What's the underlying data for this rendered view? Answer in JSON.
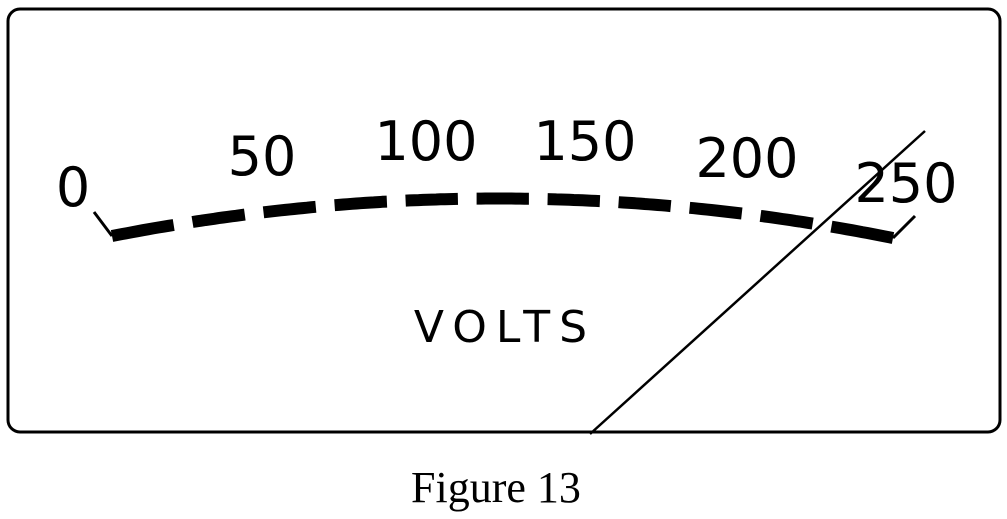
{
  "meter": {
    "unit": "VOLTS",
    "scale_labels": [
      "0",
      "50",
      "100",
      "150",
      "200",
      "250"
    ],
    "scale_min": 0,
    "scale_max": 250,
    "pointer_reading": 233
  },
  "caption": "Figure 13"
}
